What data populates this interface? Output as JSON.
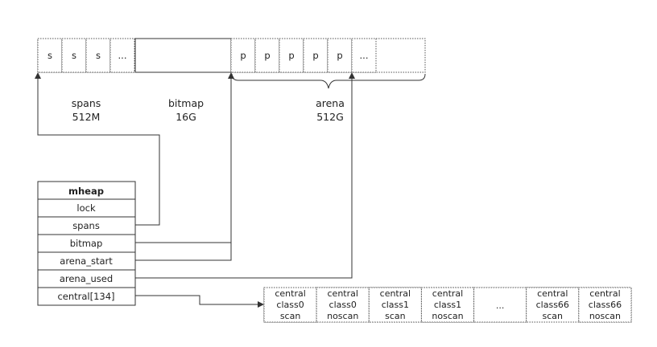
{
  "memory_strip": {
    "span_cells": [
      "s",
      "s",
      "s",
      "..."
    ],
    "page_cells": [
      "p",
      "p",
      "p",
      "p",
      "p",
      "..."
    ]
  },
  "region_labels": {
    "spans": {
      "name": "spans",
      "size": "512M"
    },
    "bitmap": {
      "name": "bitmap",
      "size": "16G"
    },
    "arena": {
      "name": "arena",
      "size": "512G"
    }
  },
  "mheap": {
    "title": "mheap",
    "fields": [
      "lock",
      "spans",
      "bitmap",
      "arena_start",
      "arena_used",
      "central[134]"
    ]
  },
  "central_array": [
    [
      "central",
      "class0",
      "scan"
    ],
    [
      "central",
      "class0",
      "noscan"
    ],
    [
      "central",
      "class1",
      "scan"
    ],
    [
      "central",
      "class1",
      "noscan"
    ],
    [
      "..."
    ],
    [
      "central",
      "class66",
      "scan"
    ],
    [
      "central",
      "class66",
      "noscan"
    ]
  ]
}
